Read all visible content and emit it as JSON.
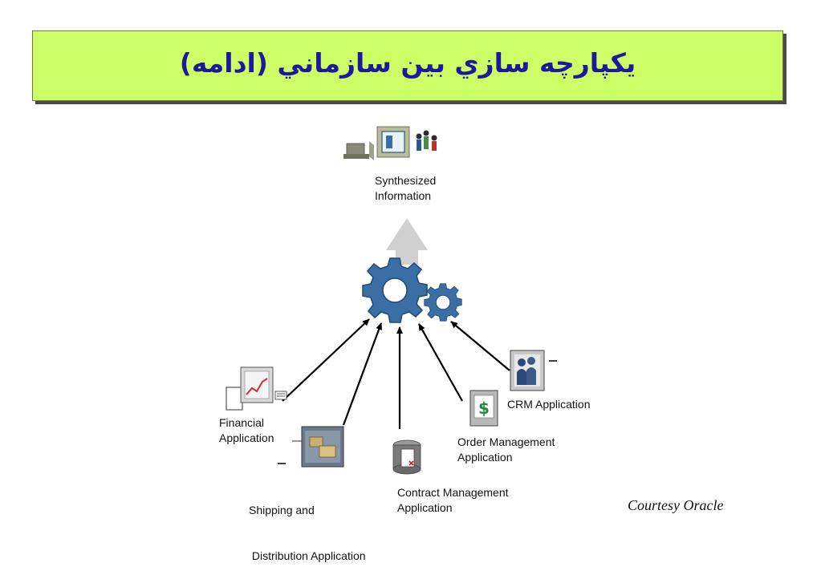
{
  "title": "يكپارچه سازي بين سازماني (ادامه)",
  "center": {
    "label_line1": "Synthesized",
    "label_line2": "Information"
  },
  "sources": {
    "financial": {
      "line1": "Financial",
      "line2": "Application"
    },
    "shipping": {
      "line1": "Shipping and",
      "line2": " Distribution Application"
    },
    "contract": {
      "line1": "Contract Management",
      "line2": "Application"
    },
    "order": {
      "line1": "Order Management",
      "line2": "Application"
    },
    "crm": {
      "line1": "CRM Application"
    }
  },
  "courtesy": "Courtesy Oracle",
  "colors": {
    "title_bg": "#ccff66",
    "title_text": "#1a1a9c",
    "gear": "#3a6ea5",
    "arrow": "#000000",
    "up_arrow": "#d0d0d0"
  }
}
